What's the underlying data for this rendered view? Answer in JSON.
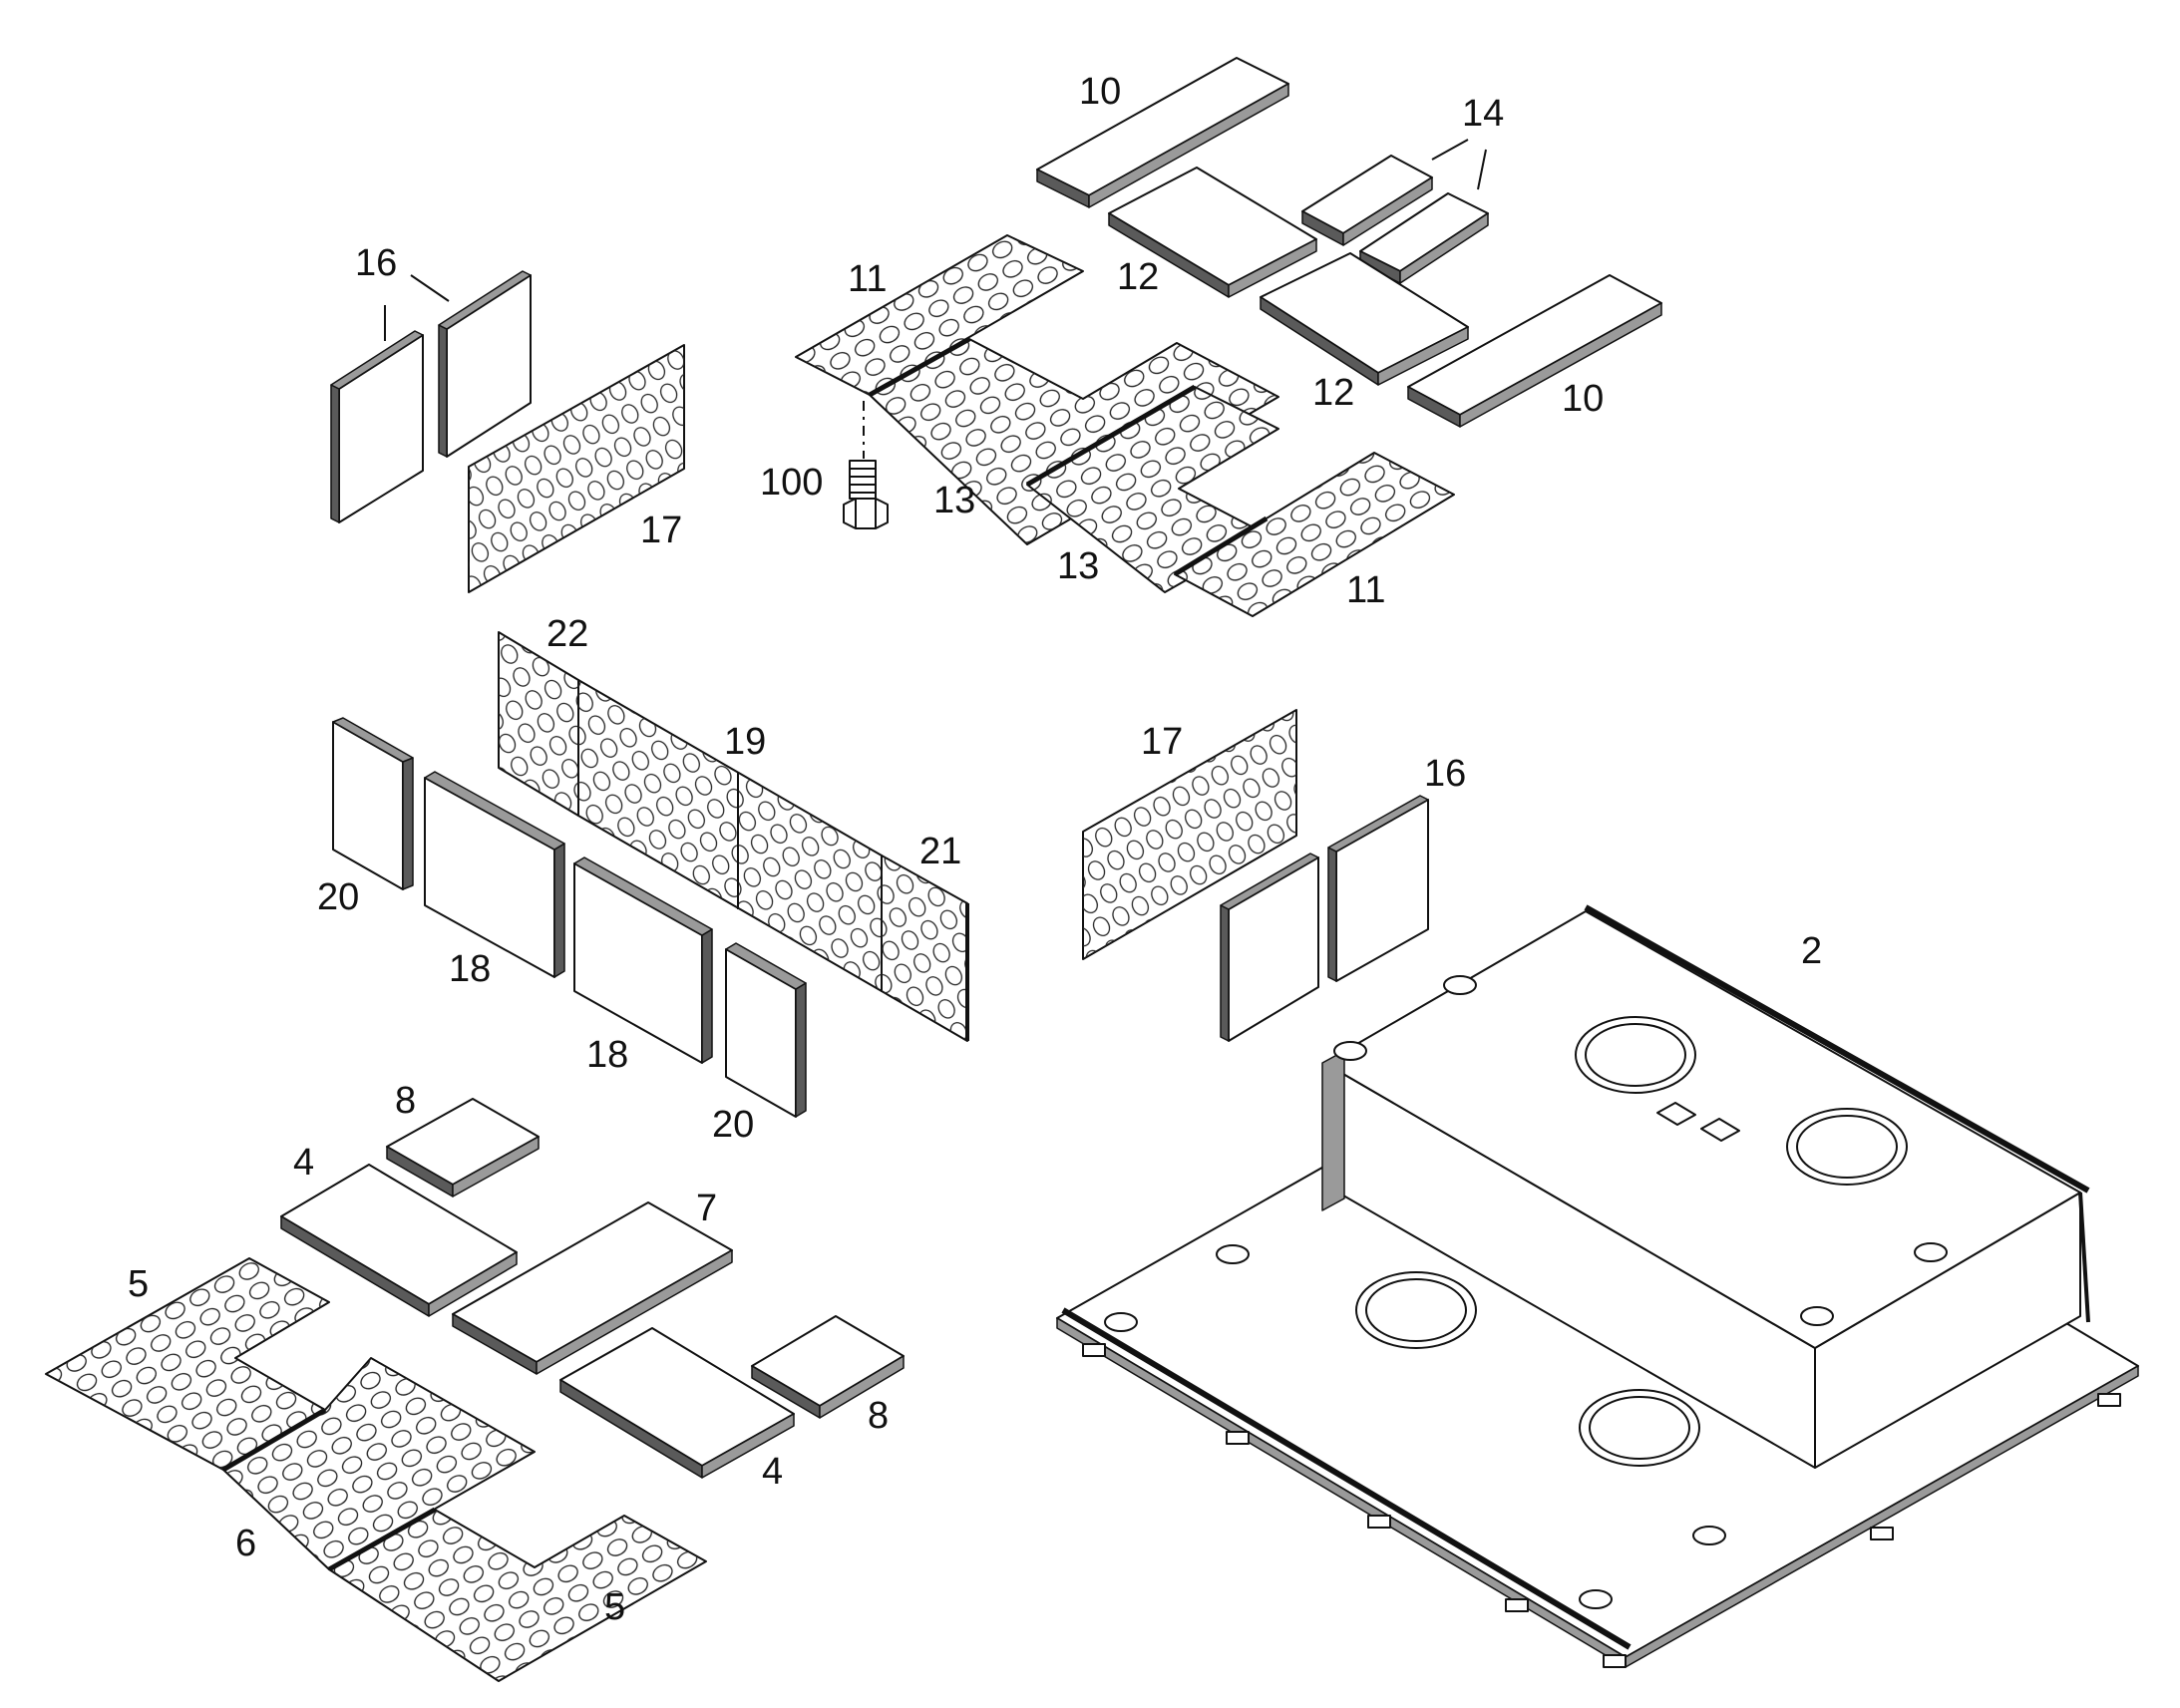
{
  "labels": {
    "l10a": "10",
    "l10b": "10",
    "l14": "14",
    "l12a": "12",
    "l12b": "12",
    "l11a": "11",
    "l11b": "11",
    "l13a": "13",
    "l13b": "13",
    "l100": "100",
    "l16a": "16",
    "l16b": "16",
    "l17a": "17",
    "l17b": "17",
    "l22": "22",
    "l19": "19",
    "l21": "21",
    "l20a": "20",
    "l20b": "20",
    "l18a": "18",
    "l18b": "18",
    "l2": "2",
    "l8a": "8",
    "l8b": "8",
    "l4a": "4",
    "l4b": "4",
    "l7": "7",
    "l5a": "5",
    "l5b": "5",
    "l6": "6"
  }
}
